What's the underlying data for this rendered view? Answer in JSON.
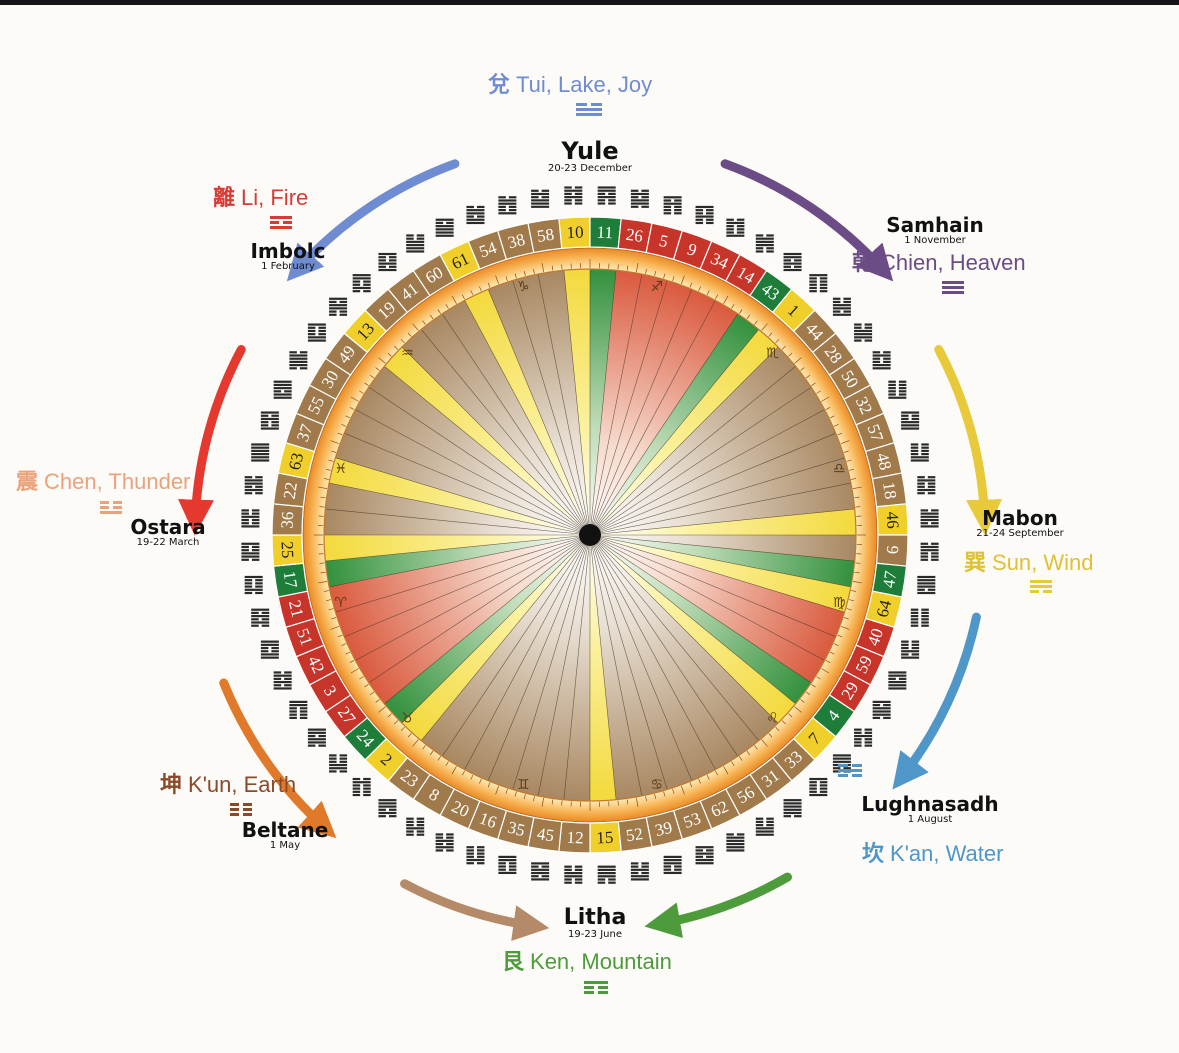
{
  "festivals": [
    {
      "name": "Yule",
      "date": "20-23 December"
    },
    {
      "name": "Imbolc",
      "date": "1 February"
    },
    {
      "name": "Ostara",
      "date": "19-22 March"
    },
    {
      "name": "Beltane",
      "date": "1 May"
    },
    {
      "name": "Litha",
      "date": "19-23 June"
    },
    {
      "name": "Lughnasadh",
      "date": "1 August"
    },
    {
      "name": "Mabon",
      "date": "21-24 September"
    },
    {
      "name": "Samhain",
      "date": "1 November"
    }
  ],
  "trigrams": [
    {
      "hanzi": "兌",
      "label": "Tui, Lake, Joy",
      "color": "#6f8bd2",
      "lines": [
        0,
        1,
        1
      ]
    },
    {
      "hanzi": "乾",
      "label": "Chien, Heaven",
      "color": "#6b4c86",
      "lines": [
        1,
        1,
        1
      ]
    },
    {
      "hanzi": "巽",
      "label": "Sun, Wind",
      "color": "#e7c93a",
      "lines": [
        1,
        1,
        0
      ]
    },
    {
      "hanzi": "坎",
      "label": "K'an, Water",
      "color": "#4f96c9",
      "lines": [
        0,
        1,
        0
      ]
    },
    {
      "hanzi": "艮",
      "label": "Ken, Mountain",
      "color": "#4e9b3c",
      "lines": [
        1,
        0,
        0
      ]
    },
    {
      "hanzi": "坤",
      "label": "K'un, Earth",
      "color": "#8a4a2a",
      "lines": [
        0,
        0,
        0
      ]
    },
    {
      "hanzi": "震",
      "label": "Chen, Thunder",
      "color": "#eba27a",
      "lines": [
        0,
        0,
        1
      ]
    },
    {
      "hanzi": "離",
      "label": "Li, Fire",
      "color": "#d83a36",
      "lines": [
        1,
        0,
        1
      ]
    }
  ],
  "ring": {
    "numbers": [
      10,
      11,
      26,
      5,
      9,
      34,
      14,
      43,
      1,
      44,
      28,
      50,
      32,
      57,
      48,
      18,
      46,
      6,
      47,
      64,
      40,
      59,
      29,
      4,
      7,
      33,
      31,
      56,
      62,
      53,
      39,
      52,
      15,
      12,
      45,
      35,
      16,
      20,
      8,
      23,
      2,
      24,
      27,
      3,
      42,
      51,
      21,
      17,
      25,
      36,
      22,
      63,
      37,
      55,
      30,
      49,
      13,
      19,
      41,
      60,
      61,
      54,
      38,
      58
    ],
    "colors": [
      "#f0cf2a",
      "#1f7d3a",
      "#c7342a",
      "#c7342a",
      "#c7342a",
      "#c7342a",
      "#c7342a",
      "#1f7d3a",
      "#f0cf2a",
      "#a07a4a",
      "#a07a4a",
      "#a07a4a",
      "#a07a4a",
      "#a07a4a",
      "#a07a4a",
      "#a07a4a",
      "#f0cf2a",
      "#a07a4a",
      "#1f7d3a",
      "#f0cf2a",
      "#c7342a",
      "#c7342a",
      "#c7342a",
      "#1f7d3a",
      "#f0cf2a",
      "#a07a4a",
      "#a07a4a",
      "#a07a4a",
      "#a07a4a",
      "#a07a4a",
      "#a07a4a",
      "#a07a4a",
      "#f0cf2a",
      "#a07a4a",
      "#a07a4a",
      "#a07a4a",
      "#a07a4a",
      "#a07a4a",
      "#a07a4a",
      "#a07a4a",
      "#f0cf2a",
      "#1f7d3a",
      "#c7342a",
      "#c7342a",
      "#c7342a",
      "#c7342a",
      "#c7342a",
      "#1f7d3a",
      "#f0cf2a",
      "#a07a4a",
      "#a07a4a",
      "#f0cf2a",
      "#a07a4a",
      "#a07a4a",
      "#a07a4a",
      "#a07a4a",
      "#f0cf2a",
      "#a07a4a",
      "#a07a4a",
      "#a07a4a",
      "#f0cf2a",
      "#a07a4a",
      "#a07a4a",
      "#a07a4a"
    ]
  },
  "zodiac": [
    "♑",
    "♐",
    "♏",
    "♎",
    "♍",
    "♌",
    "♋",
    "♊",
    "♉",
    "♈",
    "♓",
    "♒"
  ]
}
